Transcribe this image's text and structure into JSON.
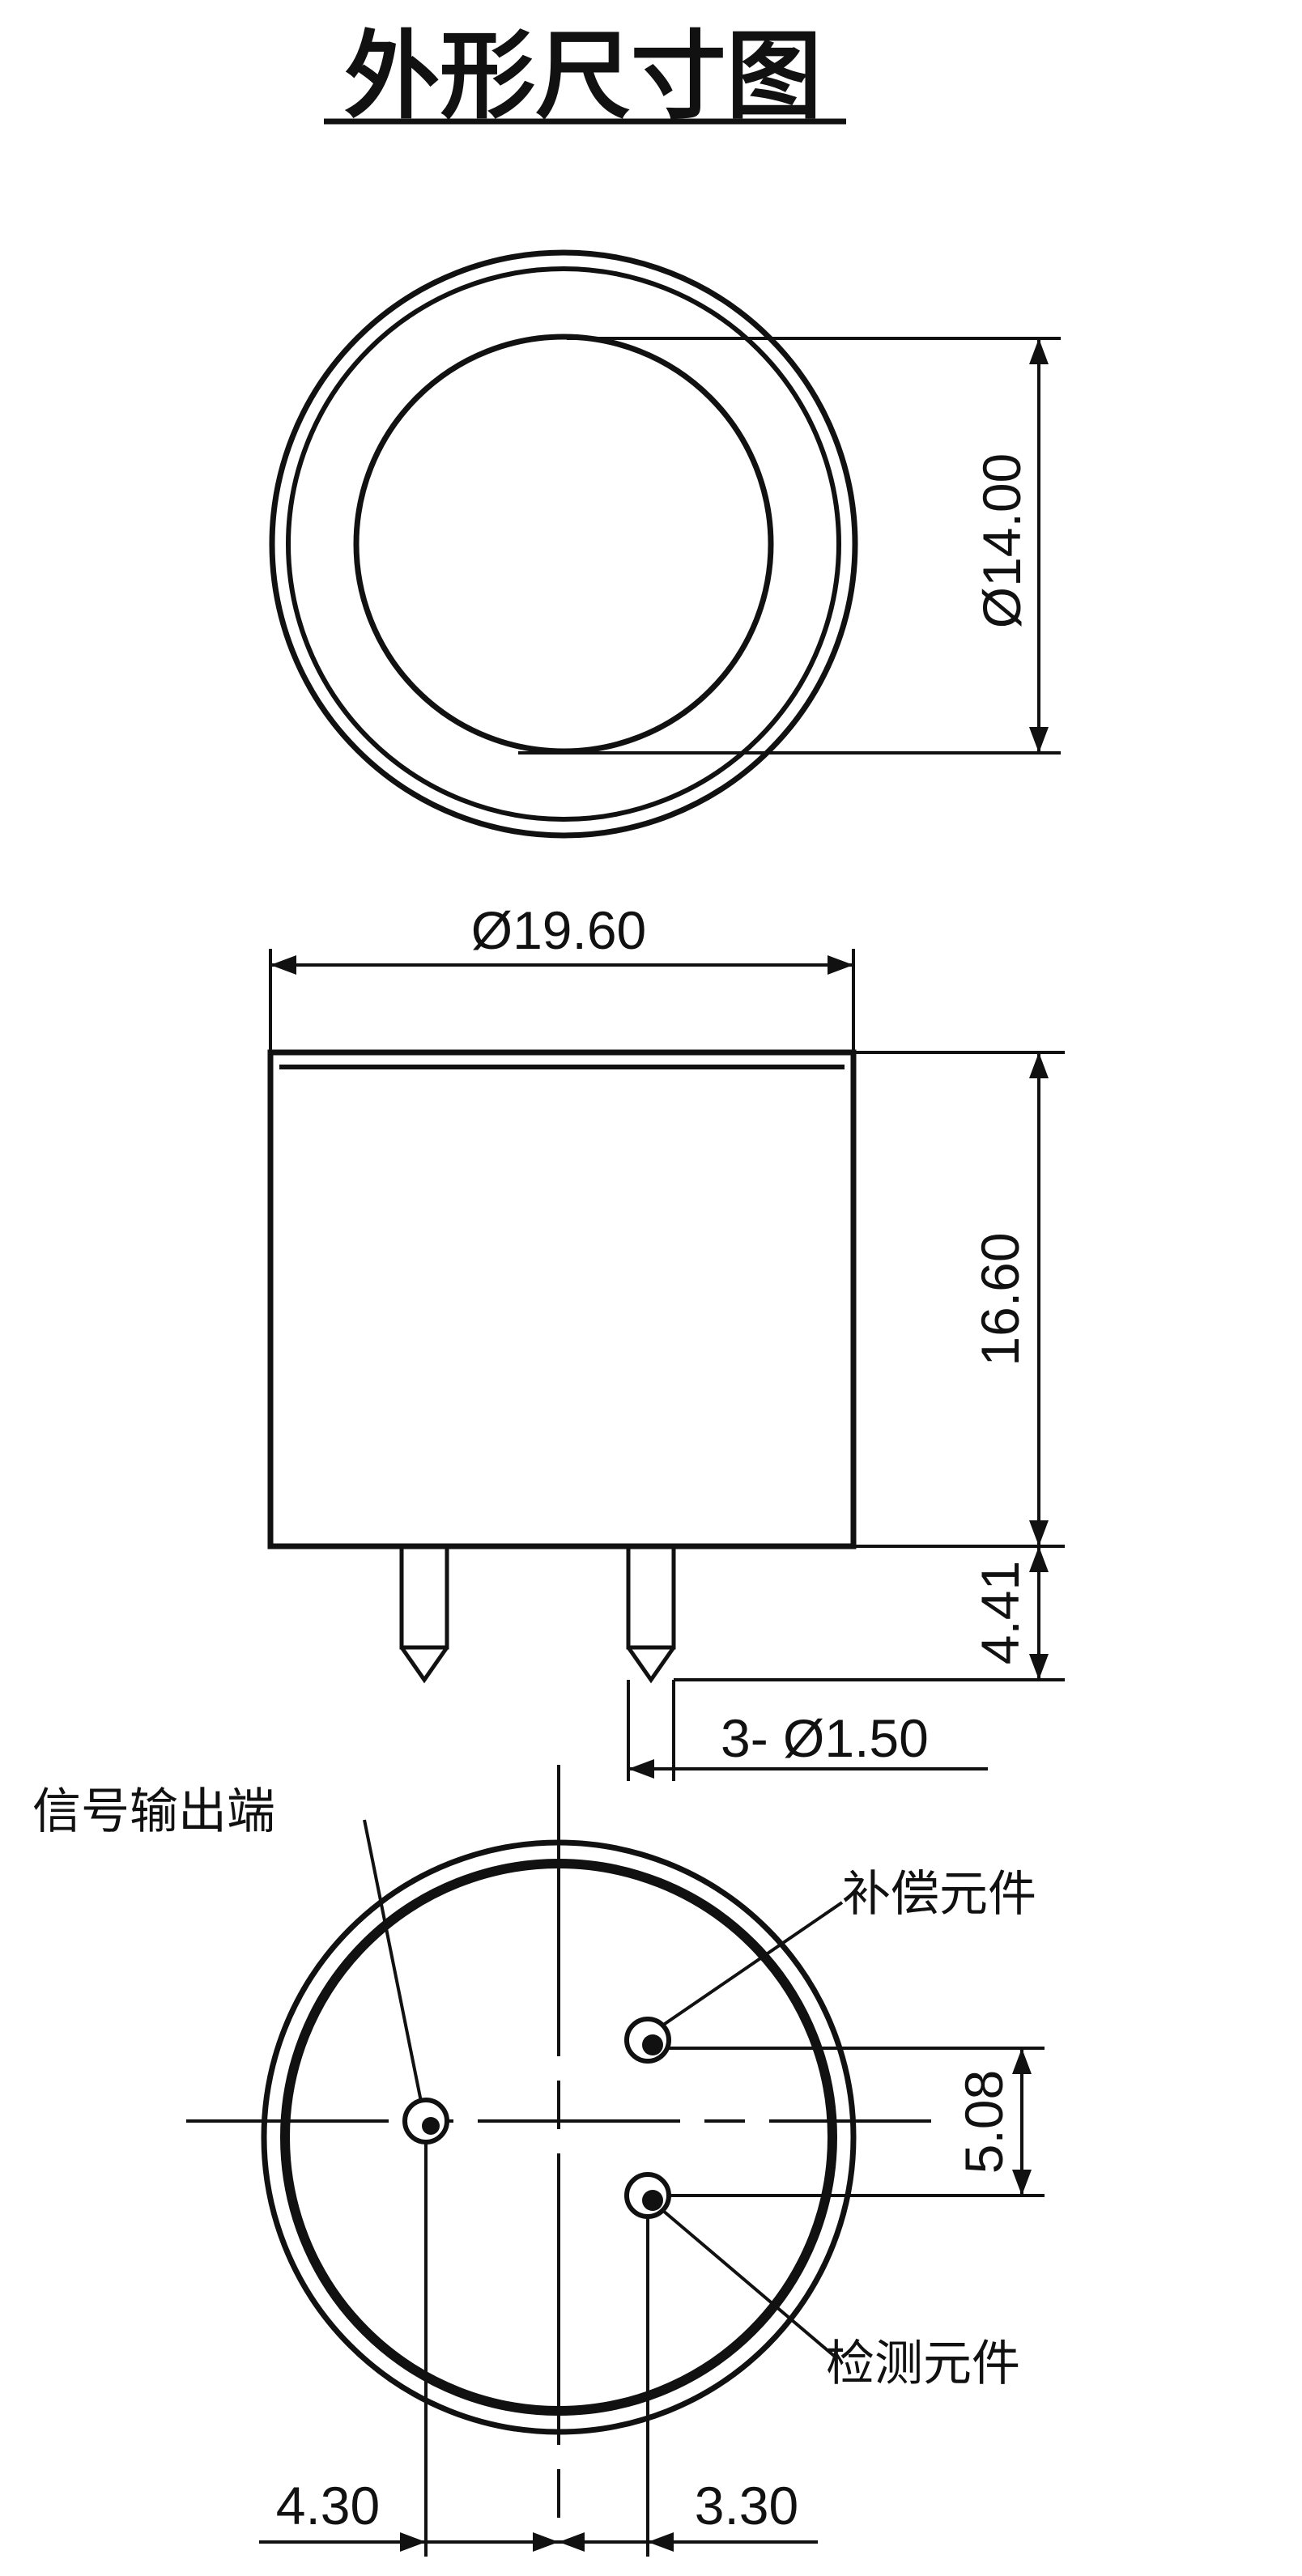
{
  "title": "外形尺寸图",
  "dimensions": {
    "top_view_diameter": "Ø14.00",
    "outer_diameter": "Ø19.60",
    "body_height": "16.60",
    "pin_length": "4.41",
    "pin_spec": "3- Ø1.50",
    "pin_spacing_vertical": "5.08",
    "offset_left": "4.30",
    "offset_right": "3.30"
  },
  "labels": {
    "signal_output": "信号输出端",
    "compensation_element": "补偿元件",
    "detection_element": "检测元件"
  },
  "colors": {
    "ink": "#111111",
    "paper": "#ffffff"
  }
}
